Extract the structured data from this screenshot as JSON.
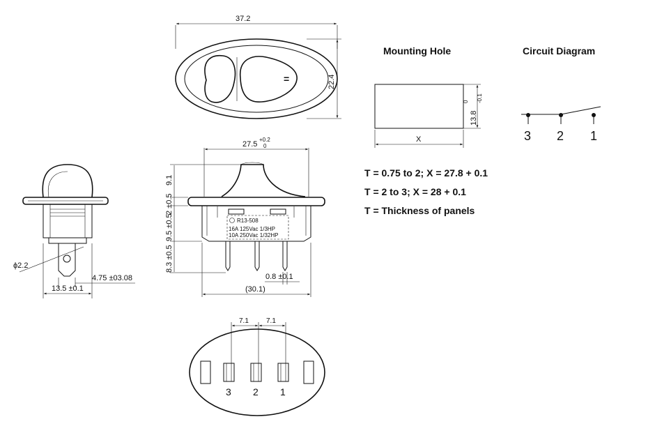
{
  "top_view": {
    "width_dim": "37.2",
    "height_dim": "22.4",
    "rocker_symbol": "="
  },
  "front_view": {
    "width_dim": "27.5",
    "width_tol_upper": "+0.2",
    "width_tol_lower": "0",
    "dim_height_top": "9.1",
    "dim_flange": "2 ±0.5",
    "dim_body": "9.5 ±0.5",
    "dim_terminal": "8.3 ±0.5",
    "terminal_width": "0.8 ±0.1",
    "overall_width": "(30.1)",
    "body_label_model": "R13-508",
    "body_label_rating1": "16A 125Vac 1/3HP",
    "body_label_rating2": "10A 250Vac 1/32HP"
  },
  "side_view": {
    "hole_dia": "ϕ2.2",
    "terminal_dim": "4.75 ±03.08",
    "base_width": "13.5 ±0.1"
  },
  "bottom_view": {
    "pitch_left": "7.1",
    "pitch_right": "7.1",
    "pins": [
      "3",
      "2",
      "1"
    ]
  },
  "mounting_hole": {
    "title": "Mounting Hole",
    "x_label": "X",
    "height_dim": "13.8",
    "tol_upper": "0",
    "tol_lower": "-0.1"
  },
  "circuit_diagram": {
    "title": "Circuit Diagram",
    "terminals": [
      "3",
      "2",
      "1"
    ]
  },
  "notes": [
    "T = 0.75 to 2; X = 27.8 + 0.1",
    "T = 2 to 3; X = 28 + 0.1",
    "T = Thickness of panels"
  ]
}
